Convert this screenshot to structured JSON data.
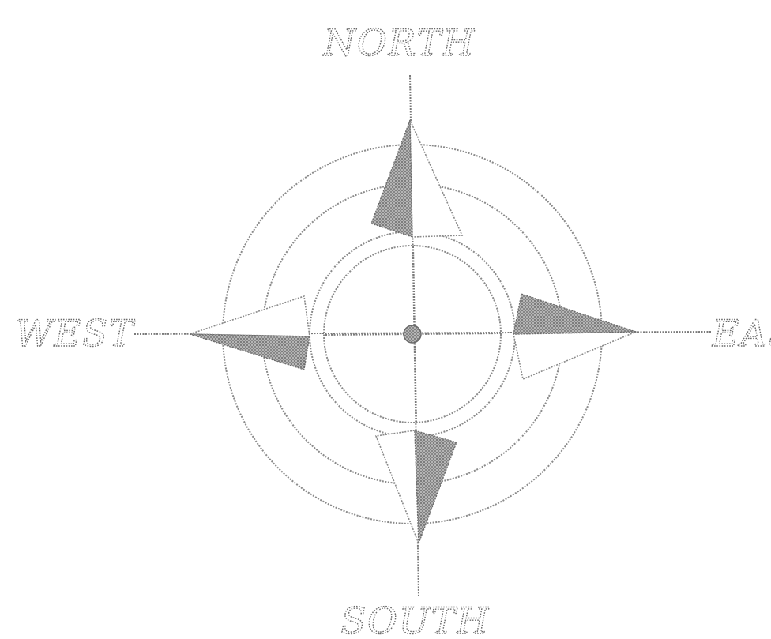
{
  "compass": {
    "north_label": "NORTH",
    "south_label": "SOUTH",
    "east_label": "EAST",
    "west_label": "WEST"
  },
  "colors": {
    "background": "#ffffff",
    "stipple": "#7a7a7a"
  }
}
